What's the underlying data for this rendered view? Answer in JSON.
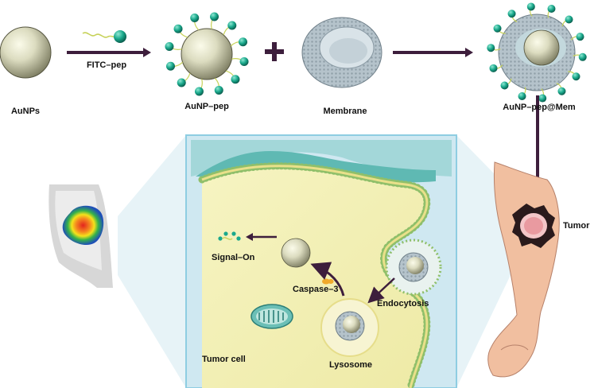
{
  "steps": {
    "aunps": "AuNPs",
    "fitc_pep": "FITC–pep",
    "aunp_pep": "AuNP–pep",
    "membrane": "Membrane",
    "aunp_pep_mem": "AuNP–pep@Mem"
  },
  "cell": {
    "signal_on": "Signal–On",
    "caspase": "Caspase–3",
    "endocytosis": "Endocytosis",
    "lysosome": "Lysosome",
    "tumor_cell": "Tumor cell"
  },
  "tumor_label": "Tumor",
  "colors": {
    "gold_np": "#dcdcc0",
    "peptide_bead": "#1aa98c",
    "arrow": "#3d1e3c",
    "cytoplasm": "#f3f1b6",
    "extracellular": "#7fc8c4",
    "skin": "#f1bfa0",
    "heatmap_core": "#e3241f"
  }
}
